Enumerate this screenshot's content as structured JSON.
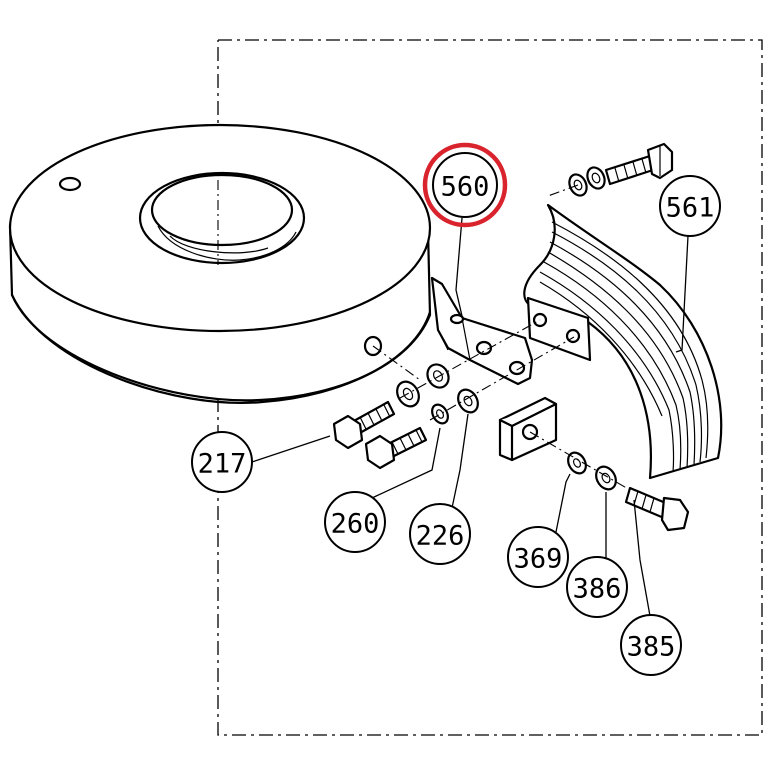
{
  "callouts": {
    "c560": "560",
    "c561": "561",
    "c217": "217",
    "c260": "260",
    "c226": "226",
    "c369": "369",
    "c386": "386",
    "c385": "385"
  },
  "highlight_color": "#d9232d"
}
